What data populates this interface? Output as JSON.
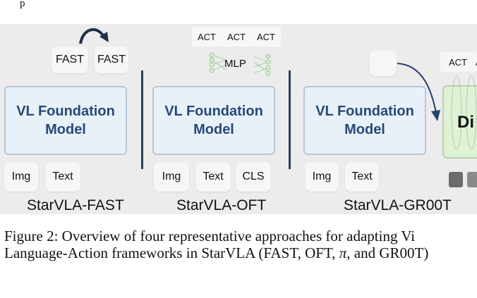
{
  "top_text": "p",
  "panels": [
    {
      "name": "StarVLA-FAST",
      "box_line1": "VL Foundation",
      "box_line2": "Model",
      "inputs": [
        "Img",
        "Text"
      ],
      "outputs": [
        "FAST",
        "FAST"
      ]
    },
    {
      "name": "StarVLA-OFT",
      "box_line1": "VL Foundation",
      "box_line2": "Model",
      "inputs": [
        "Img",
        "Text",
        "CLS"
      ],
      "outputs": [
        "ACT",
        "ACT",
        "ACT"
      ],
      "head": "MLP"
    },
    {
      "name": "StarVLA-GR00T",
      "box_line1": "VL Foundation",
      "box_line2": "Model",
      "inputs": [
        "Img",
        "Text"
      ],
      "outputs": [
        "ACT",
        "A"
      ],
      "cut_label": "Di"
    }
  ],
  "caption": {
    "line1": "Figure 2:  Overview of four representative approaches for adapting Vi",
    "line2_before_pi": "Language-Action frameworks in StarVLA (FAST, OFT, ",
    "pi": "π",
    "line2_after_pi": ", and GR00T)"
  }
}
